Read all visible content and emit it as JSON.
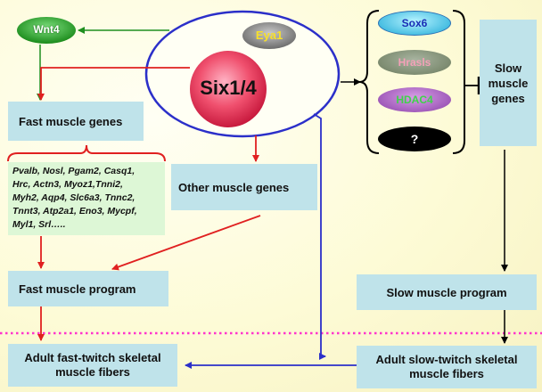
{
  "wnt4": "Wnt4",
  "eya1": "Eya1",
  "six": "Six1/4",
  "fast_genes": "Fast muscle genes",
  "gene_list": [
    "Pvalb, Nosl, Pgam2, Casq1,",
    "Hrc, Actn3, Myoz1,Tnni2,",
    "Myh2, Aqp4, Slc6a3, Tnnc2,",
    "Tnnt3, Atp2a1, Eno3, Mycpf,",
    "Myl1, Srl….."
  ],
  "other_genes": "Other muscle genes",
  "fast_program": "Fast muscle program",
  "fast_fibers": "Adult fast-twitch skeletal muscle fibers",
  "repressors": {
    "sox6": "Sox6",
    "hrasls": "Hrasls",
    "hdac4": "HDAC4",
    "unknown": "?"
  },
  "slow_genes": "Slow muscle genes",
  "slow_program": "Slow muscle program",
  "slow_fibers": "Adult slow-twitch skeletal muscle fibers",
  "colors": {
    "activation_red": "#e02020",
    "wnt_green": "#1f8f1f",
    "six_blue": "#2b2fc9",
    "box_fill": "#bfe3ea",
    "list_fill": "#ddf7d6",
    "divider_magenta": "#ff33cc"
  }
}
